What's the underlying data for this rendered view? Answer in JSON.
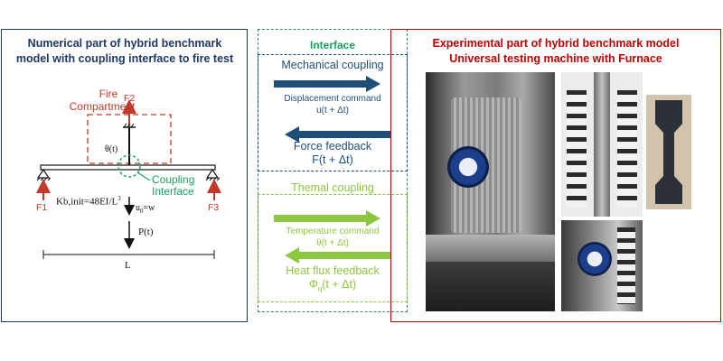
{
  "colors": {
    "numerical": "#1f3864",
    "experimental": "#c00000",
    "mechanical": "#1f4e79",
    "thermal": "#8dc63f",
    "interface_border": "#2e8b57",
    "coupling_interface": "#1aa060",
    "fire_red": "#c0392b"
  },
  "numerical": {
    "title_line1": "Numerical part of hybrid benchmark",
    "title_line2": "model with coupling interface to fire test",
    "fire_compartment_line1": "Fire",
    "fire_compartment_line2": "Compartment",
    "f2": "F2",
    "theta": "θ(t)",
    "coupling_line1": "Coupling",
    "coupling_line2": "Interface",
    "kb": "Kb,init=48EI/L",
    "kb_sup": "3",
    "u0": "u",
    "u0_sub": "0",
    "u0_rest": "=w",
    "f1": "F1",
    "f3": "F3",
    "p": "P(t)",
    "l": "L"
  },
  "interface": {
    "title": "Interface",
    "mechanical_coupling": "Mechanical coupling",
    "displacement_command": "Displacement command",
    "displacement_value": "u(t + Δt)",
    "force_feedback": "Force feedback",
    "force_value": "F(t + Δt)",
    "thermal_coupling": "Themal coupling",
    "temperature_command": "Temperature command",
    "temperature_value": "θ(t + Δt)",
    "heat_flux_feedback": "Heat flux feedback",
    "heat_flux_symbol": "Φ",
    "heat_flux_sub": "q",
    "heat_flux_rest": "(t + Δt)"
  },
  "experimental": {
    "title_line1": "Experimental part of hybrid benchmark model",
    "title_line2": "Universal testing machine with Furnace"
  }
}
